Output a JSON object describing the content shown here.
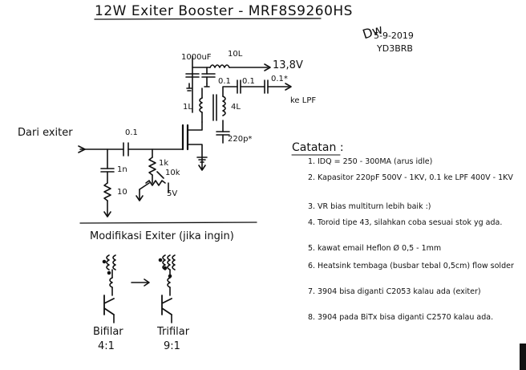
{
  "title": "12W Exiter Booster - MRF8S9260HS",
  "signature": "Dw",
  "date": "5-9-2019",
  "callsign": "YD3BRB",
  "schematic": {
    "cap_1000uf": "1000uF",
    "inductor_10l": "10L",
    "supply": "13,8V",
    "cap_01_a": "0.1",
    "cap_01_b": "0.1",
    "cap_01_c": "0.1*",
    "inductor_1l": "1L",
    "inductor_4l": "4L",
    "to_lpf": "ke LPF",
    "cap_220p": "220p*",
    "input_label": "Dari exiter",
    "cap_01_in": "0.1",
    "r_1n": "1n",
    "r_10": "10",
    "r_1k": "1k",
    "vr_10k": "10k",
    "bias_5v": "5V"
  },
  "notes": {
    "heading": "Catatan :",
    "items": [
      {
        "num": "1.",
        "text": "IDQ = 250 - 300MA (arus idle)"
      },
      {
        "num": "2.",
        "text": "Kapasitor 220pF 500V - 1KV, 0.1 ke LPF 400V - 1KV"
      },
      {
        "num": "3.",
        "text": "VR bias multiturn lebih baik :)"
      },
      {
        "num": "4.",
        "text": "Toroid tipe 43, silahkan coba sesuai stok yg ada."
      },
      {
        "num": "5.",
        "text": "kawat email Heflon Ø 0,5 - 1mm"
      },
      {
        "num": "6.",
        "text": "Heatsink tembaga (busbar tebal 0,5cm) flow solder"
      },
      {
        "num": "7.",
        "text": "3904 bisa diganti C2053 kalau ada (exiter)"
      },
      {
        "num": "8.",
        "text": "3904 pada BiTx bisa diganti C2570 kalau ada."
      }
    ]
  },
  "modifikasi": {
    "heading": "Modifikasi Exiter (jika ingin)",
    "bifilar_label": "Bifilar",
    "bifilar_ratio": "4:1",
    "trifilar_label": "Trifilar",
    "trifilar_ratio": "9:1"
  }
}
